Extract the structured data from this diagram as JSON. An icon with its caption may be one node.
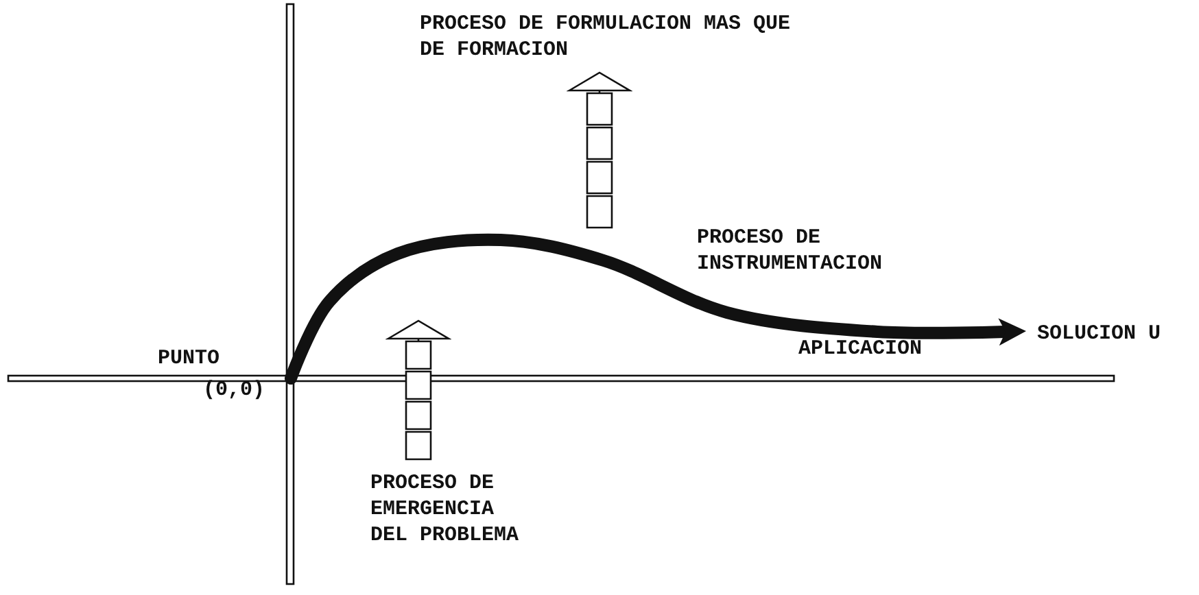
{
  "diagram": {
    "nodes": [
      {
        "text": [
          "PUNTO",
          "(0,0)"
        ]
      },
      {
        "text": [
          "SOLUCION U"
        ]
      },
      {
        "text": [
          "PROCESO DE EMERGENCIA DEL PROBLEMA"
        ]
      },
      {
        "text": [
          "PROCESO DE FORMULACION MAS QUE DE FORMACION"
        ]
      }
    ],
    "edges": [
      {
        "from": 0,
        "to": 1,
        "arrow": "to",
        "style": "thick"
      },
      {
        "from": 2,
        "to": null,
        "arrow": "to"
      },
      {
        "from": null,
        "to": 3,
        "arrow": "to"
      }
    ],
    "labels": [
      "PROCESO DE INSTRUMENTACION",
      "APLICACION"
    ]
  }
}
